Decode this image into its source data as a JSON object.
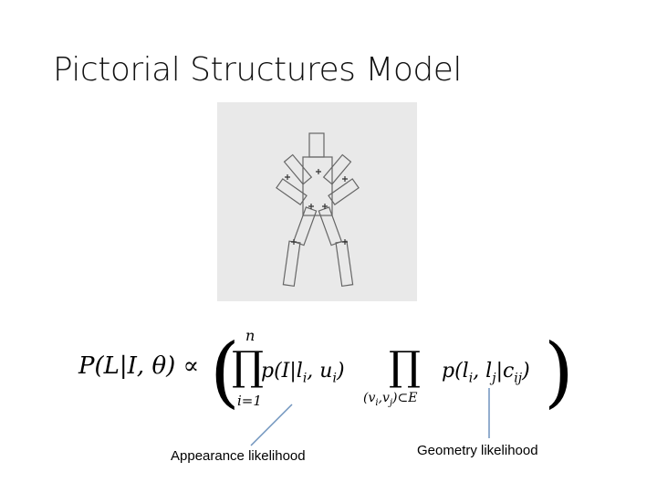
{
  "slide": {
    "title": "Pictorial Structures Model"
  },
  "formula": {
    "lhs": "P(L|I, θ) ∝",
    "paren_open": "(",
    "paren_close": ")",
    "prod1_symbol": "∏",
    "prod1_upper": "n",
    "prod1_lower": "i=1",
    "term1": "p(I|l",
    "term1_sub": "i",
    "term1_mid": ", u",
    "term1_sub2": "i",
    "term1_end": ")",
    "prod2_symbol": "∏",
    "prod2_lower": "(v",
    "prod2_lower_sub1": "i",
    "prod2_lower_mid": ",v",
    "prod2_lower_sub2": "j",
    "prod2_lower_end": ")⊂E",
    "term2": "p(l",
    "term2_sub1": "i",
    "term2_mid": ", l",
    "term2_sub2": "j",
    "term2_bar": "|c",
    "term2_sub3": "ij",
    "term2_end": ")"
  },
  "annotations": {
    "appearance": "Appearance likelihood",
    "geometry": "Geometry likelihood"
  },
  "colors": {
    "figure_bg": "#e9e9e9",
    "callout_line": "#6f93bd"
  }
}
